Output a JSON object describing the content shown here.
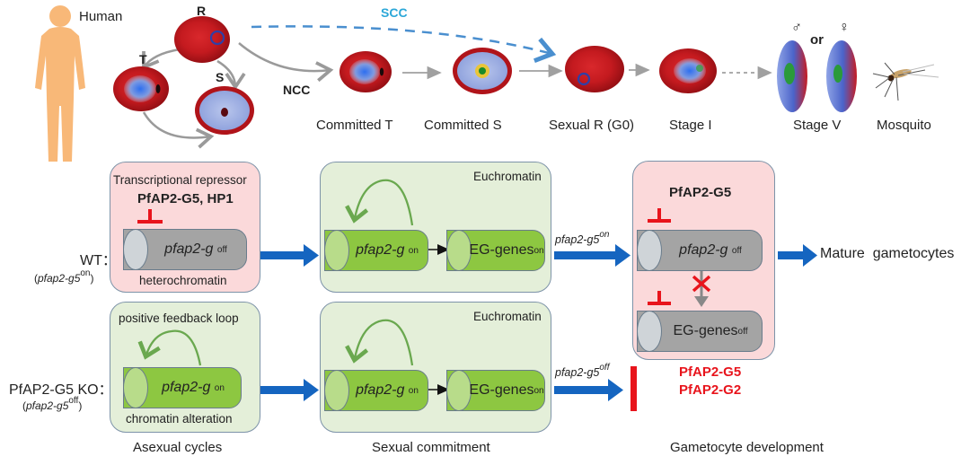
{
  "top": {
    "host_label": "Human",
    "cycle_labels": {
      "R": "R",
      "T": "T",
      "S": "S"
    },
    "ncc_label": "NCC",
    "scc_label": "SCC",
    "stages": [
      {
        "name": "committed-t",
        "label": "Committed T"
      },
      {
        "name": "committed-s",
        "label": "Committed S"
      },
      {
        "name": "sexual-r",
        "label": "Sexual R (G0)"
      },
      {
        "name": "stage-i",
        "label": "Stage I"
      },
      {
        "name": "stage-v",
        "label": "Stage V"
      },
      {
        "name": "mosquito",
        "label": "Mosquito"
      }
    ],
    "male_symbol": "♂",
    "or_label": "or",
    "female_symbol": "♀"
  },
  "rows": {
    "wt": {
      "label": "WT：",
      "sub_prefix": "(",
      "sub_gene": "pfap2-g5",
      "sub_state": "on",
      "sub_suffix": ")"
    },
    "ko": {
      "label": "PfAP2-G5 KO：",
      "sub_prefix": "(",
      "sub_gene": "pfap2-g5",
      "sub_state": "off",
      "sub_suffix": ")"
    }
  },
  "panels": {
    "wt_asexual": {
      "title": "Transcriptional repressor",
      "repressors": "PfAP2-G5, HP1",
      "gene": "pfap2-g",
      "state": "off",
      "footer": "heterochromatin"
    },
    "ko_asexual": {
      "title": "positive feedback loop",
      "gene": "pfap2-g",
      "state": "on",
      "footer": "chromatin alteration"
    },
    "wt_commit": {
      "title": "Euchromatin",
      "gene": "pfap2-g",
      "state": "on",
      "target": "EG-genes",
      "target_state": "on"
    },
    "ko_commit": {
      "title": "Euchromatin",
      "gene": "pfap2-g",
      "state": "on",
      "target": "EG-genes",
      "target_state": "on"
    },
    "wt_gametocyte": {
      "repressor": "PfAP2-G5",
      "gene": "pfap2-g",
      "state": "off",
      "target": "EG-genes",
      "target_state": "off",
      "bottom_repressors": [
        "PfAP2-G5",
        "PfAP2-G2"
      ]
    }
  },
  "arrows": {
    "wt_mid_label_gene": "pfap2-g5",
    "wt_mid_label_state": "on",
    "ko_mid_label_gene": "pfap2-g5",
    "ko_mid_label_state": "off",
    "outcome": "Mature  gametocytes"
  },
  "phases": [
    "Asexual cycles",
    "Sexual commitment",
    "Gametocyte development"
  ],
  "colors": {
    "blood_cell": "#c8161d",
    "inhibit_red": "#e8141c",
    "flow_blue": "#1565c0",
    "scc_blue": "#2ba7d8",
    "pink_panel": "#fbd9da",
    "green_panel": "#e4efd9",
    "gene_on": "#8dc741",
    "gene_off": "#a4a4a4",
    "human": "#f8b878"
  }
}
